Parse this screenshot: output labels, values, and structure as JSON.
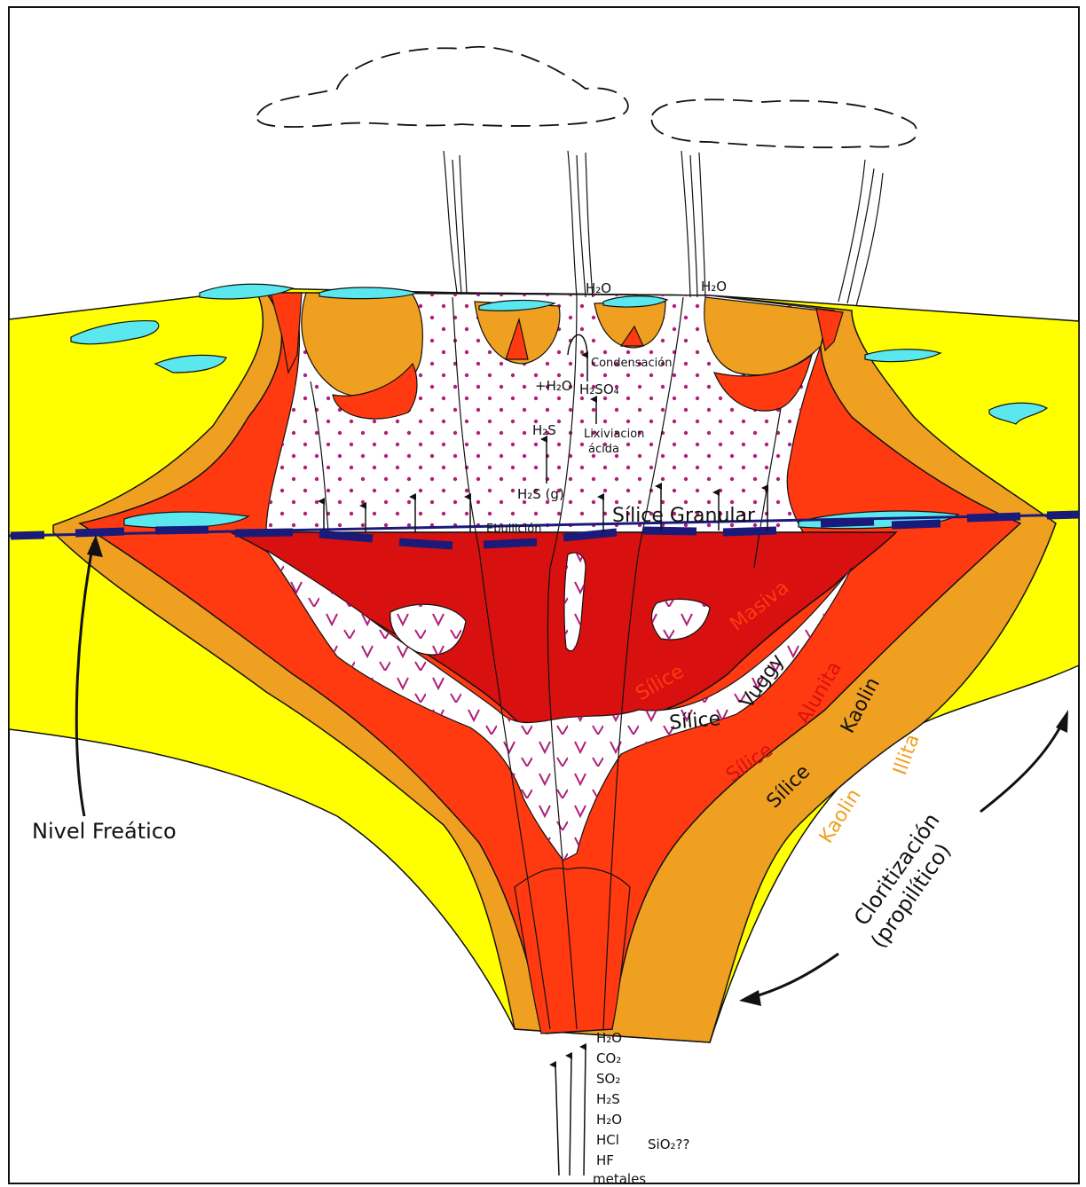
{
  "labels": {
    "nivel_freatico": "Nivel Freático",
    "cloritizacion": "Cloritización",
    "propilitico": "(propilítico)",
    "condensacion": "Condensación",
    "h2o_left": "H₂O",
    "h2o_right": "H₂O",
    "plus_h2o": "+H₂O",
    "h2so4": "H₂SO₄",
    "h2s": "H₂S",
    "lixiviacion": "Lixiviacion",
    "acida": "ácida",
    "h2s_g": "H₂S (g)",
    "ebullicion": "Ebullición",
    "silice_granular": "Sílice Granular",
    "silice_masiva_1": "Sílice",
    "silice_masiva_2": "Masiva",
    "silice_vuggy_1": "Sílice",
    "silice_vuggy_2": "Vuggy",
    "silice_alunita_1": "Sílice",
    "silice_alunita_2": "Alunita",
    "silice_kaolin_1": "Sílice",
    "silice_kaolin_2": "Kaolin",
    "kaolin_illita_1": "Kaolin",
    "kaolin_illita_2": "Illita",
    "sio2": "SiO₂??"
  },
  "gas_list": [
    "H₂O",
    "CO₂",
    "SO₂",
    "H₂S",
    "H₂O",
    "HCl",
    "HF",
    "metales"
  ],
  "colors": {
    "yellow": "#ffff00",
    "orange": "#f0a020",
    "red": "#ff3a10",
    "dark_red": "#d81010",
    "cyan": "#5ae8ee",
    "water_table": "#1a1a7a",
    "magenta": "#b0207a"
  }
}
